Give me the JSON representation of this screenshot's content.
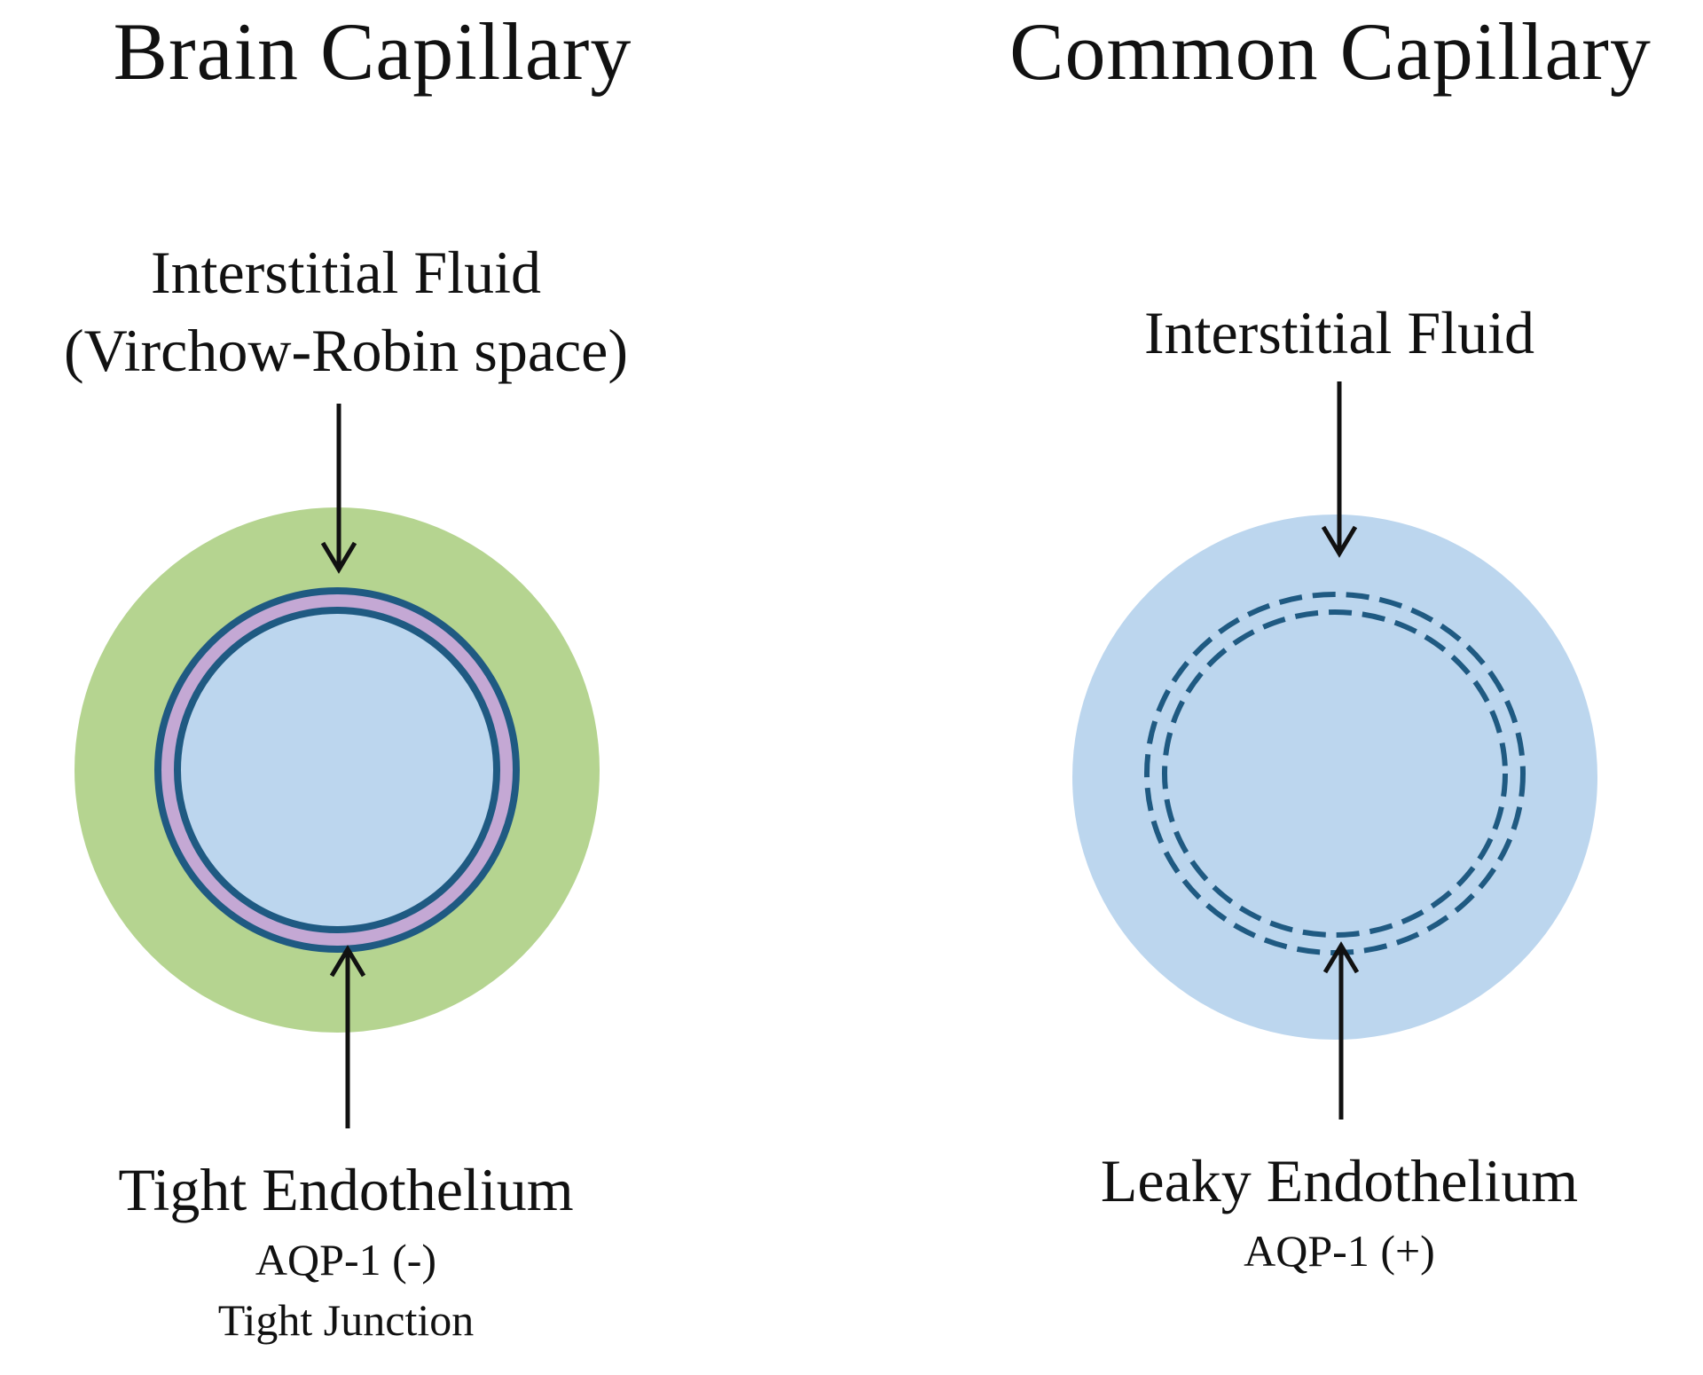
{
  "titles": {
    "left": "Brain Capillary",
    "right": "Common Capillary"
  },
  "left_panel": {
    "top_label_line1": "Interstitial Fluid",
    "top_label_line2": "(Virchow-Robin space)",
    "bottom_label_main": "Tight Endothelium",
    "bottom_label_sub1": "AQP-1 (-)",
    "bottom_label_sub2": "Tight Junction"
  },
  "right_panel": {
    "top_label_line1": "Interstitial Fluid",
    "bottom_label_main": "Leaky Endothelium",
    "bottom_label_sub1": "AQP-1 (+)"
  },
  "colors": {
    "outer_green": "#b5d490",
    "lumen_blue": "#bcd6ee",
    "membrane_purple": "#c4a8d4",
    "membrane_stroke": "#1f5a82",
    "arrow": "#111111"
  }
}
